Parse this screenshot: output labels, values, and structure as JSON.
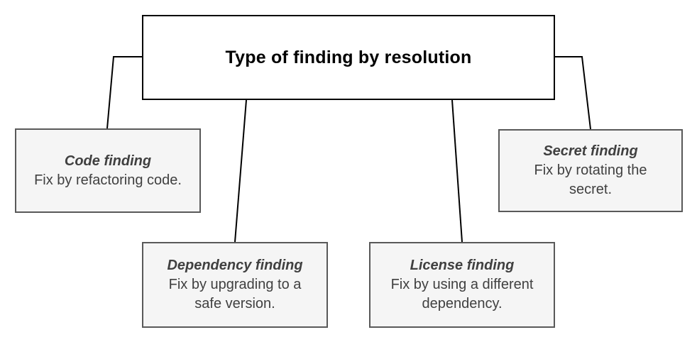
{
  "diagram": {
    "title": "Type of finding by resolution",
    "nodes": {
      "code": {
        "title": "Code finding",
        "description": "Fix by refactoring code."
      },
      "dependency": {
        "title": "Dependency finding",
        "description": "Fix by upgrading to a safe version."
      },
      "license": {
        "title": "License finding",
        "description": "Fix by using a different dependency."
      },
      "secret": {
        "title": "Secret finding",
        "description": "Fix by rotating the secret."
      }
    },
    "colors": {
      "root_box_fill": "#ffffff",
      "root_box_border": "#000000",
      "node_box_fill": "#f5f5f5",
      "node_box_border": "#595959",
      "node_text": "#404040",
      "connector_line": "#000000"
    }
  }
}
